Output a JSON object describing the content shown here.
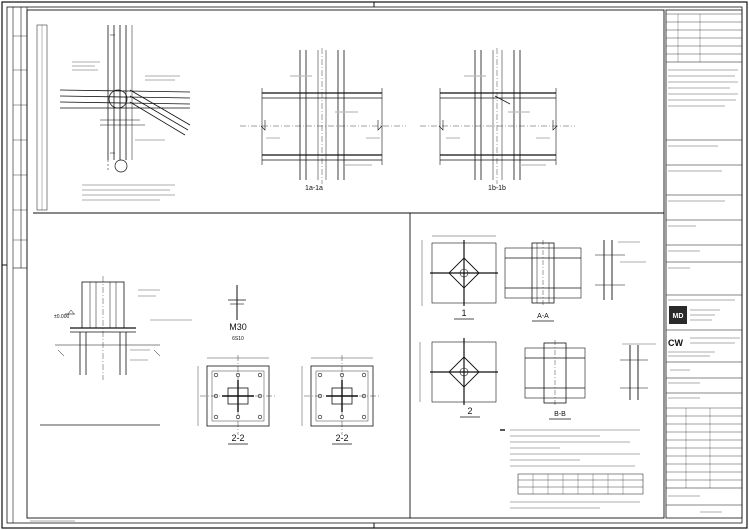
{
  "sections": {
    "top_mid": "1a-1a",
    "top_right": "1b-1b",
    "mid_left": "2-2",
    "mid_right": "2-2",
    "detail_top": "1",
    "detail_bottom": "2",
    "section_aa": "A-A",
    "section_bb": "B-B"
  },
  "tags": {
    "elev_mark": "±0.000",
    "bolt_label": "M30",
    "bolt_spec": "6S10"
  },
  "logos": {
    "md": "MD",
    "cw": "CW"
  }
}
